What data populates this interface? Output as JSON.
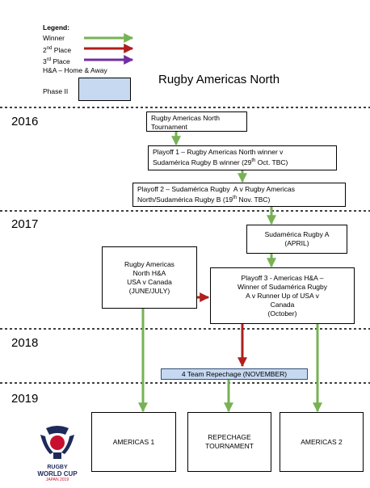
{
  "legend": {
    "title": "Legend:",
    "items": [
      {
        "label": "Winner",
        "color": "#77b255"
      },
      {
        "label": "2nd Place",
        "color": "#b01e1e"
      },
      {
        "label": "3rd Place",
        "color": "#7030a0"
      }
    ],
    "hna_note": "H&A – Home & Away",
    "phase_label": "Phase II"
  },
  "title": "Rugby Americas North",
  "years": [
    "2016",
    "2017",
    "2018",
    "2019"
  ],
  "boxes": {
    "ran_tournament": "Rugby Americas North\nTournament",
    "playoff1": "Playoff 1 – Rugby Americas North winner v\nSudamérica Rugby B winner (29th Oct. TBC)",
    "playoff2": "Playoff 2 – Sudamérica Rugby  A v Rugby Americas\nNorth/Sudamérica Rugby B (19th Nov. TBC)",
    "sudamerica_a": "Sudamérica Rugby A\n(APRIL)",
    "ran_hna": "Rugby Americas\nNorth H&A\nUSA v Canada\n(JUNE/JULY)",
    "playoff3": "Playoff 3 - Americas  H&A –\nWinner of Sudamérica Rugby\nA v Runner Up of USA v\nCanada\n(October)",
    "repechage": "4 Team Repechage (NOVEMBER)",
    "americas1": "AMERICAS 1",
    "repechage_tournament": "REPECHAGE\nTOURNAMENT",
    "americas2": "AMERICAS 2"
  },
  "logo": {
    "line1": "RUGBY",
    "line2": "WORLD CUP",
    "line3": "JAPAN 2019"
  },
  "colors": {
    "winner": "#77b255",
    "second": "#b01e1e",
    "third": "#7030a0",
    "phase": "#c6d9f1"
  }
}
